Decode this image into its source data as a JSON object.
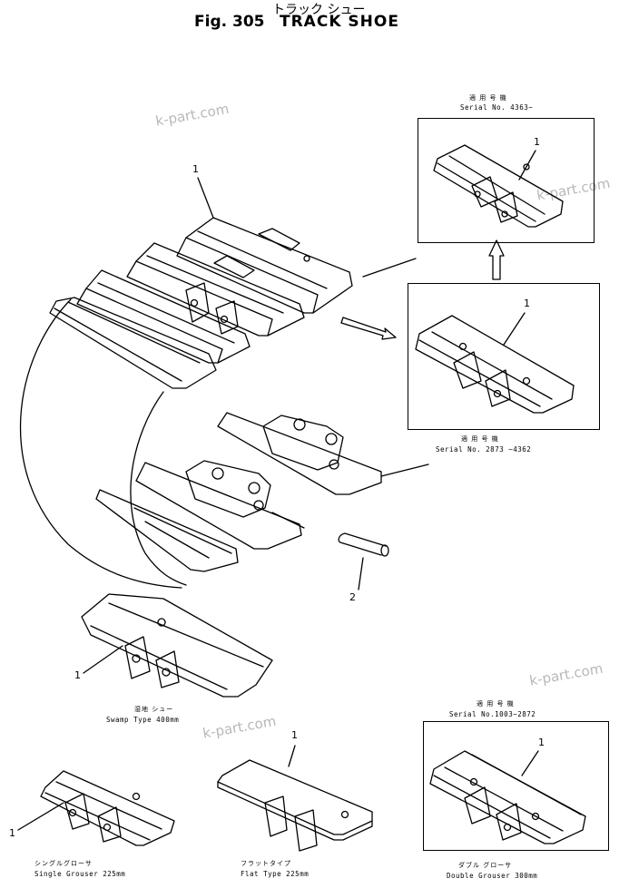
{
  "header": {
    "title_jp": "トラック シュー",
    "fig_label": "Fig. 305",
    "title_en": "TRACK SHOE"
  },
  "watermark": "k-part.com",
  "callouts": {
    "one": "1",
    "two": "2"
  },
  "variants": {
    "top_box": {
      "caption_jp": "適 用 号 機",
      "serial": "Serial No. 4363~"
    },
    "middle_box": {
      "caption_jp": "適 用 号 機",
      "serial": "Serial No. 2873 ~4362"
    },
    "bottom_box": {
      "caption_jp": "適 用 号 機",
      "serial": "Serial No.1003~2872"
    },
    "swamp": {
      "label_jp": "湿地 シュー",
      "label_en": "Swamp Type 400mm"
    },
    "single": {
      "label_jp": "シングルグローサ",
      "label_en": "Single Grouser 225mm"
    },
    "flat": {
      "label_jp": "フラットタイプ",
      "label_en": "Flat Type 225mm"
    },
    "double": {
      "label_jp": "ダブル グローサ",
      "label_en": "Double Grouser 300mm"
    }
  }
}
